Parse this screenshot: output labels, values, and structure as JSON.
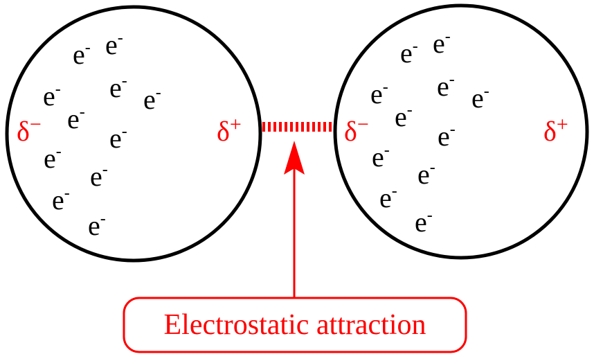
{
  "colors": {
    "accent": "#ff0000",
    "outline": "#000000"
  },
  "electron": {
    "base": "e",
    "charge": "-"
  },
  "molecules": [
    {
      "partial_negative": {
        "symbol": "δ",
        "sign": "−"
      },
      "partial_positive": {
        "symbol": "δ",
        "sign": "+"
      }
    },
    {
      "partial_negative": {
        "symbol": "δ",
        "sign": "−"
      },
      "partial_positive": {
        "symbol": "δ",
        "sign": "+"
      }
    }
  ],
  "callout": {
    "label": "Electrostatic attraction"
  }
}
